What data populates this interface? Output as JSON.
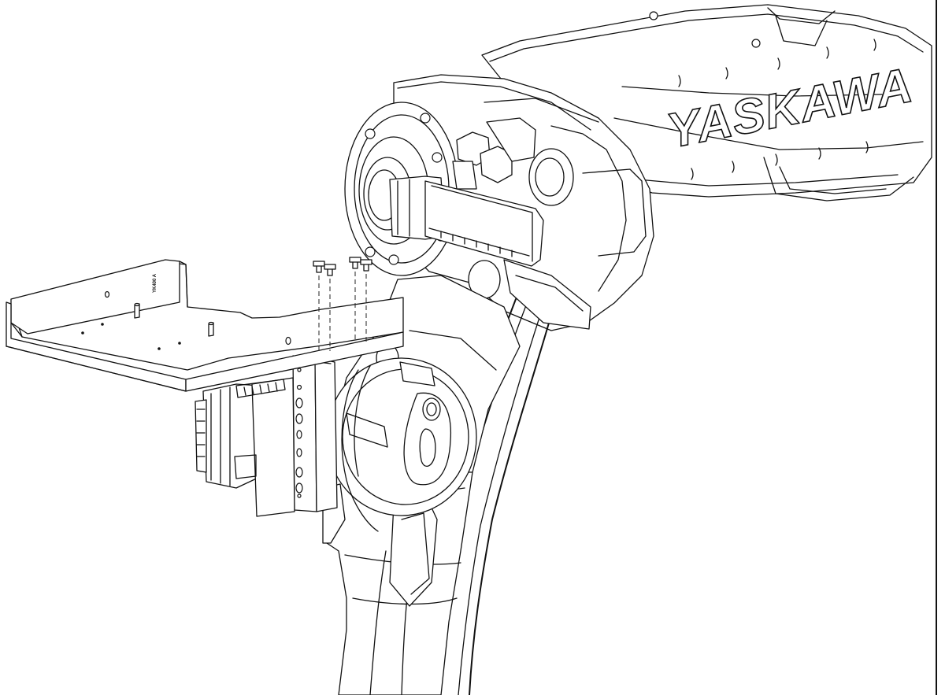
{
  "figure": {
    "logo_text": "YASKAWA",
    "plate_label": "YK400 A",
    "screw_count": 4,
    "colors": {
      "line": "#111111",
      "background": "#ffffff"
    }
  }
}
